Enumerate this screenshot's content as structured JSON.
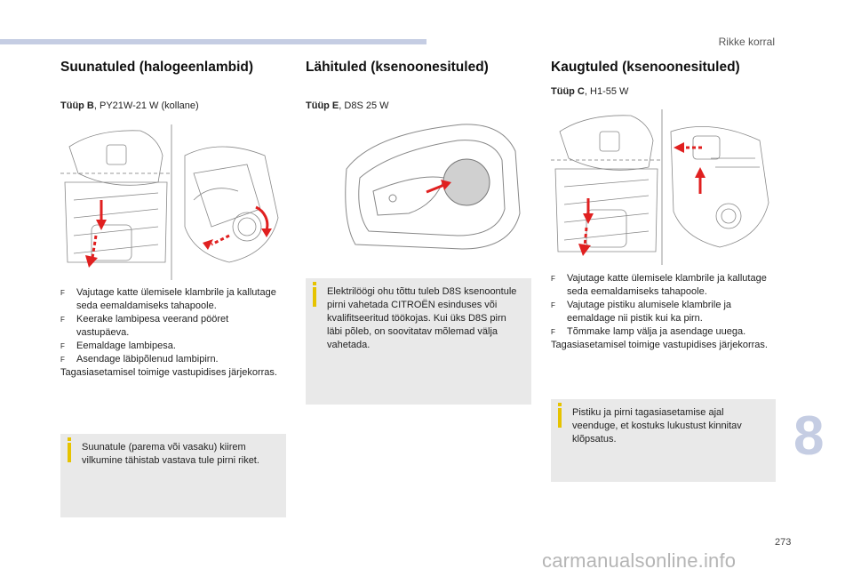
{
  "header": {
    "chapter_title": "Rikke korral"
  },
  "columns": [
    {
      "title": "Suunatuled (halogeenlambid)",
      "type_label": "Tüüp B",
      "type_value": ", PY21W-21 W (kollane)",
      "bullets": [
        "Vajutage katte ülemisele klambrile ja kallutage seda eemaldamiseks tahapoole.",
        "Keerake lambipesa veerand pööret vastupäeva.",
        "Eemaldage lambipesa.",
        "Asendage läbipõlenud lambipirn."
      ],
      "note": "Tagasiasetamisel toimige vastupidises järjekorras.",
      "info": "Suunatule (parema või vasaku) kiirem vilkumine tähistab vastava tule pirni riket."
    },
    {
      "title": "Lähituled (ksenoonesituled)",
      "type_label": "Tüüp E",
      "type_value": ", D8S 25 W",
      "info": "Elektrilöögi ohu tõttu tuleb D8S ksenoontule pirni vahetada CITROËN esinduses või kvalifitseeritud töökojas. Kui üks D8S pirn läbi põleb, on soovitatav mõlemad välja vahetada."
    },
    {
      "title": "Kaugtuled (ksenoonesituled)",
      "type_label": "Tüüp C",
      "type_value": ", H1-55 W",
      "bullets": [
        "Vajutage katte ülemisele klambrile ja kallutage seda eemaldamiseks tahapoole.",
        "Vajutage pistiku alumisele klambrile ja eemaldage nii pistik kui ka pirn.",
        "Tõmmake lamp välja ja asendage uuega."
      ],
      "note": "Tagasiasetamisel toimige vastupidises järjekorras.",
      "info": "Pistiku ja pirni tagasiasetamise ajal veenduge, et kostuks lukustust kinnitav klõpsatus."
    }
  ],
  "bullet_symbol": "F",
  "chapter_number": "8",
  "page_number": "273",
  "watermark": "carmanualsonline.info",
  "colors": {
    "accent_bar": "#c5cde3",
    "info_bg": "#e9e9e9",
    "info_marker": "#e6c300",
    "arrow_red": "#e02020"
  }
}
